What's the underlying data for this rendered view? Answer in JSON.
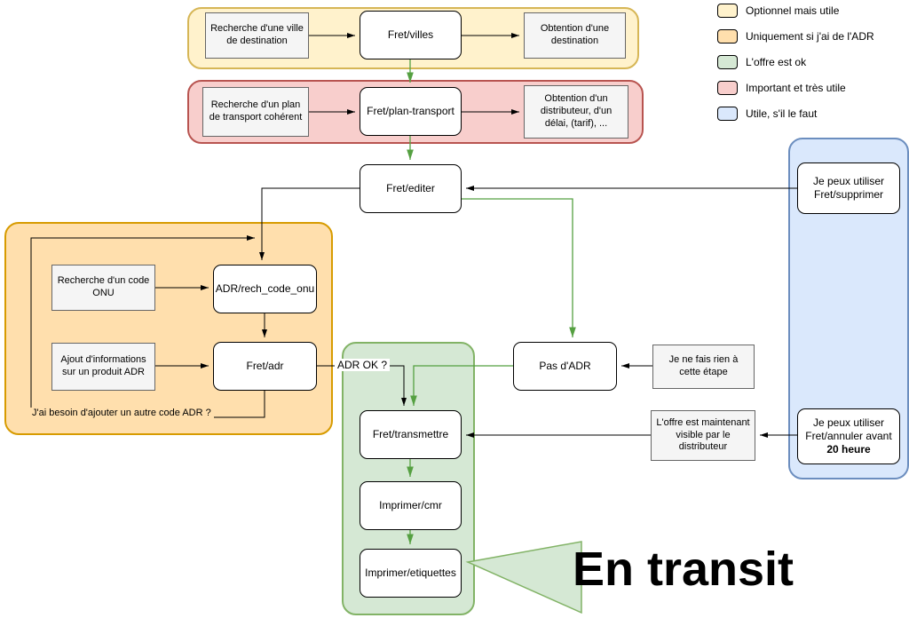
{
  "legend": {
    "items": [
      {
        "label": "Optionnel mais utile",
        "fill": "#fff2cc",
        "border": "#d6b656"
      },
      {
        "label": "Uniquement si j'ai de l'ADR",
        "fill": "#ffdfad",
        "border": "#d79b00"
      },
      {
        "label": "L'offre est ok",
        "fill": "#d5e8d4",
        "border": "#82b366"
      },
      {
        "label": "Important et très utile",
        "fill": "#f8cecc",
        "border": "#b85450"
      },
      {
        "label": "Utile, s'il le faut",
        "fill": "#dae8fc",
        "border": "#6c8ebf"
      }
    ]
  },
  "nodes": {
    "fret_villes": "Fret/villes",
    "fret_plan_transport": "Fret/plan-transport",
    "fret_editer": "Fret/editer",
    "adr_rech_code_onu": "ADR/rech_code_onu",
    "fret_adr": "Fret/adr",
    "pas_dadr": "Pas d'ADR",
    "fret_transmettre": "Fret/transmettre",
    "imprimer_cmr": "Imprimer/cmr",
    "imprimer_etiquettes": "Imprimer/etiquettes",
    "fret_supprimer": "Je peux utiliser Fret/supprimer",
    "fret_annuler_prefix": "Je peux utiliser Fret/annuler avant",
    "fret_annuler_bold": "20 heure"
  },
  "notes": {
    "recherche_ville": "Recherche d'une ville de destination",
    "obtention_destination": "Obtention d'une destination",
    "recherche_plan": "Recherche d'un plan de transport cohérent",
    "obtention_distributeur": "Obtention d'un distributeur, d'un délai, (tarif), ...",
    "recherche_code_onu": "Recherche d'un code ONU",
    "ajout_informations": "Ajout d'informations sur un produit ADR",
    "je_ne_fais_rien": "Je ne fais rien à cette étape",
    "offre_visible": "L'offre est maintenant visible par le distributeur"
  },
  "labels": {
    "adr_ok": "ADR OK ?",
    "loop_question": "J'ai besoin d'ajouter un autre code ADR ?",
    "en_transit": "En transit"
  },
  "colors": {
    "arrow_black": "#000000",
    "arrow_green": "#55a041",
    "node_fill": "#ffffff",
    "note_fill": "#f5f5f5"
  }
}
